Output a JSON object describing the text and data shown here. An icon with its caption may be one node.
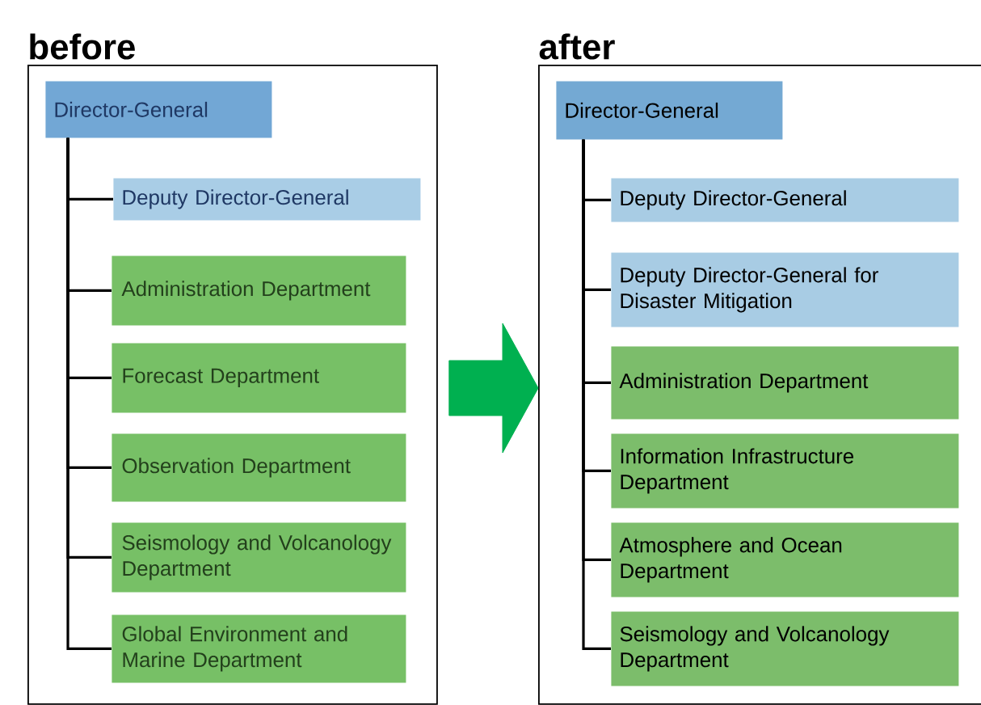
{
  "diagram": {
    "nodes": [
      {
        "text": [
          "before"
        ]
      },
      {
        "text": [
          "Director-General"
        ],
        "in": 0
      },
      {
        "text": [
          "Deputy Director-General"
        ],
        "in": 0
      },
      {
        "text": [
          "Administration Department"
        ],
        "in": 0
      },
      {
        "text": [
          "Forecast Department"
        ],
        "in": 0
      },
      {
        "text": [
          "Observation Department"
        ],
        "in": 0
      },
      {
        "text": [
          "Seismology and Volcanology Department"
        ],
        "in": 0
      },
      {
        "text": [
          "Global Environment and Marine Department"
        ],
        "in": 0
      },
      {
        "text": [
          "after"
        ]
      },
      {
        "text": [
          "Director-General"
        ],
        "in": 8
      },
      {
        "text": [
          "Deputy Director-General"
        ],
        "in": 8
      },
      {
        "text": [
          "Deputy Director-General for Disaster Mitigation"
        ],
        "in": 8
      },
      {
        "text": [
          "Administration Department"
        ],
        "in": 8
      },
      {
        "text": [
          "Information Infrastructure Department"
        ],
        "in": 8
      },
      {
        "text": [
          "Atmosphere and Ocean Department"
        ],
        "in": 8
      },
      {
        "text": [
          "Seismology and Volcanology Department"
        ],
        "in": 8
      }
    ],
    "edges": [
      {
        "from": 1,
        "to": 2,
        "arrow": "none"
      },
      {
        "from": 1,
        "to": 3,
        "arrow": "none"
      },
      {
        "from": 1,
        "to": 4,
        "arrow": "none"
      },
      {
        "from": 1,
        "to": 5,
        "arrow": "none"
      },
      {
        "from": 1,
        "to": 6,
        "arrow": "none"
      },
      {
        "from": 1,
        "to": 7,
        "arrow": "none"
      },
      {
        "from": 9,
        "to": 10,
        "arrow": "none"
      },
      {
        "from": 9,
        "to": 11,
        "arrow": "none"
      },
      {
        "from": 9,
        "to": 12,
        "arrow": "none"
      },
      {
        "from": 9,
        "to": 13,
        "arrow": "none"
      },
      {
        "from": 9,
        "to": 14,
        "arrow": "none"
      },
      {
        "from": 9,
        "to": 15,
        "arrow": "none"
      },
      {
        "from": 0,
        "to": 8,
        "arrow": "to",
        "style": "thick",
        "color": "#00b050"
      }
    ]
  }
}
